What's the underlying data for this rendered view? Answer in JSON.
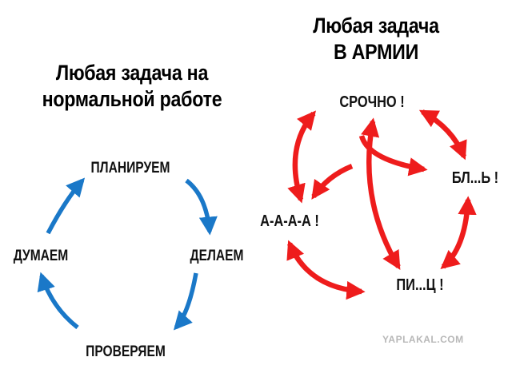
{
  "left": {
    "title_line1": "Любая задача на",
    "title_line2": "нормальной работе",
    "arrow_color": "#1a78c8",
    "nodes": {
      "top": "ПЛАНИРУЕМ",
      "right": "ДЕЛАЕМ",
      "bottom": "ПРОВЕРЯЕМ",
      "left": "ДУМАЕМ"
    }
  },
  "right": {
    "title_line1": "Любая задача",
    "title_line2": "В АРМИИ",
    "arrow_color": "#ee1c1c",
    "nodes": {
      "top": "СРОЧНО !",
      "right": "БЛ...Ь !",
      "bottom": "ПИ...Ц !",
      "left": "А-А-А-А !"
    }
  },
  "watermark": "YAPLAKAL.COM"
}
